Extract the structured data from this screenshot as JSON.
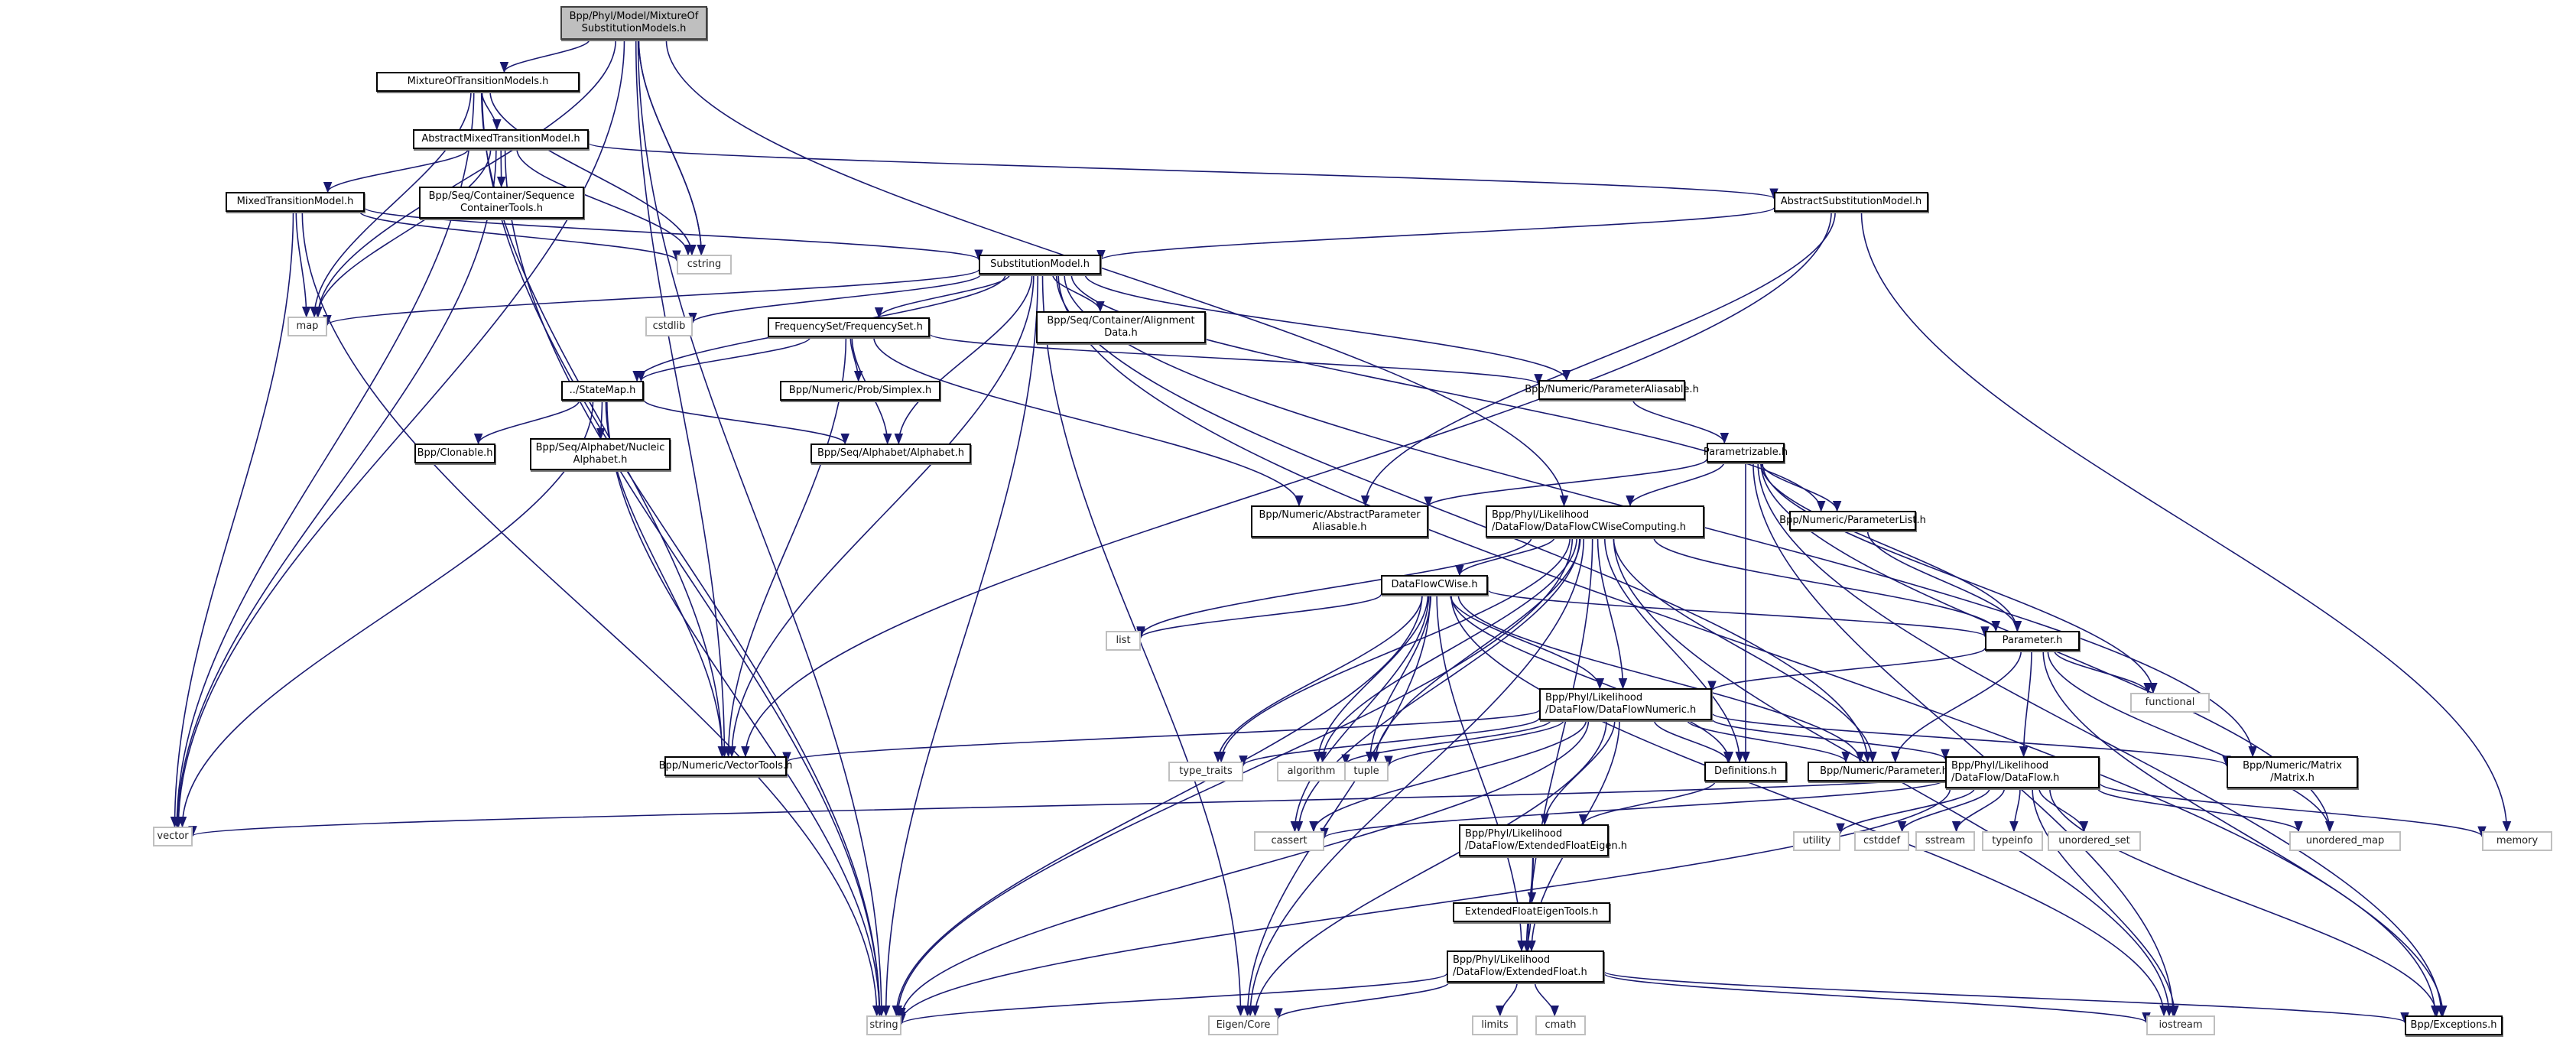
{
  "graph": {
    "title": "Include dependency graph for MixtureOfSubstitutionModels.h",
    "edge_color": "#191970",
    "root_fill": "#bfbfbf",
    "nodes": [
      {
        "id": "root",
        "label": "Bpp/Phyl/Model/MixtureOf\nSubstitutionModels.h",
        "kind": "root"
      },
      {
        "id": "motm",
        "label": "MixtureOfTransitionModels.h",
        "kind": "local"
      },
      {
        "id": "amtm",
        "label": "AbstractMixedTransitionModel.h",
        "kind": "local"
      },
      {
        "id": "mtm",
        "label": "MixedTransitionModel.h",
        "kind": "local"
      },
      {
        "id": "sct",
        "label": "Bpp/Seq/Container/Sequence\nContainerTools.h",
        "kind": "local"
      },
      {
        "id": "asm",
        "label": "AbstractSubstitutionModel.h",
        "kind": "local"
      },
      {
        "id": "cstring",
        "label": "cstring",
        "kind": "sys"
      },
      {
        "id": "sm",
        "label": "SubstitutionModel.h",
        "kind": "local"
      },
      {
        "id": "map",
        "label": "map",
        "kind": "sys"
      },
      {
        "id": "cstdlib",
        "label": "cstdlib",
        "kind": "sys"
      },
      {
        "id": "fs",
        "label": "FrequencySet/FrequencySet.h",
        "kind": "local"
      },
      {
        "id": "ad",
        "label": "Bpp/Seq/Container/Alignment\nData.h",
        "kind": "local"
      },
      {
        "id": "smap",
        "label": "../StateMap.h",
        "kind": "local"
      },
      {
        "id": "simplex",
        "label": "Bpp/Numeric/Prob/Simplex.h",
        "kind": "local"
      },
      {
        "id": "pal",
        "label": "Bpp/Numeric/ParameterAliasable.h",
        "kind": "local"
      },
      {
        "id": "clon",
        "label": "Bpp/Clonable.h",
        "kind": "local"
      },
      {
        "id": "nucl",
        "label": "Bpp/Seq/Alphabet/Nucleic\nAlphabet.h",
        "kind": "local"
      },
      {
        "id": "alpha",
        "label": "Bpp/Seq/Alphabet/Alphabet.h",
        "kind": "local"
      },
      {
        "id": "param",
        "label": "Parametrizable.h",
        "kind": "local"
      },
      {
        "id": "apa",
        "label": "Bpp/Numeric/AbstractParameter\nAliasable.h",
        "kind": "local"
      },
      {
        "id": "dfcc",
        "label": "Bpp/Phyl/Likelihood\n/DataFlow/DataFlowCWiseComputing.h",
        "kind": "local",
        "align": "left"
      },
      {
        "id": "plist",
        "label": "Bpp/Numeric/ParameterList.h",
        "kind": "local"
      },
      {
        "id": "dfcw",
        "label": "DataFlowCWise.h",
        "kind": "local"
      },
      {
        "id": "list",
        "label": "list",
        "kind": "sys"
      },
      {
        "id": "parameter",
        "label": "Parameter.h",
        "kind": "local"
      },
      {
        "id": "functional",
        "label": "functional",
        "kind": "sys"
      },
      {
        "id": "dfn",
        "label": "Bpp/Phyl/Likelihood\n/DataFlow/DataFlowNumeric.h",
        "kind": "local",
        "align": "left"
      },
      {
        "id": "vt",
        "label": "Bpp/Numeric/VectorTools.h",
        "kind": "local"
      },
      {
        "id": "tt",
        "label": "type_traits",
        "kind": "sys"
      },
      {
        "id": "algo",
        "label": "algorithm",
        "kind": "sys"
      },
      {
        "id": "tuple",
        "label": "tuple",
        "kind": "sys"
      },
      {
        "id": "defs",
        "label": "Definitions.h",
        "kind": "local"
      },
      {
        "id": "bnparam",
        "label": "Bpp/Numeric/Parameter.h",
        "kind": "local"
      },
      {
        "id": "df",
        "label": "Bpp/Phyl/Likelihood\n/DataFlow/DataFlow.h",
        "kind": "local",
        "align": "left"
      },
      {
        "id": "matrix",
        "label": "Bpp/Numeric/Matrix\n/Matrix.h",
        "kind": "local"
      },
      {
        "id": "vector",
        "label": "vector",
        "kind": "sys"
      },
      {
        "id": "cassert",
        "label": "cassert",
        "kind": "sys"
      },
      {
        "id": "efe",
        "label": "Bpp/Phyl/Likelihood\n/DataFlow/ExtendedFloatEigen.h",
        "kind": "local",
        "align": "left"
      },
      {
        "id": "utility",
        "label": "utility",
        "kind": "sys"
      },
      {
        "id": "cstddef",
        "label": "cstddef",
        "kind": "sys"
      },
      {
        "id": "sstream",
        "label": "sstream",
        "kind": "sys"
      },
      {
        "id": "typeinfo",
        "label": "typeinfo",
        "kind": "sys"
      },
      {
        "id": "uset",
        "label": "unordered_set",
        "kind": "sys"
      },
      {
        "id": "umap",
        "label": "unordered_map",
        "kind": "sys"
      },
      {
        "id": "memory",
        "label": "memory",
        "kind": "sys"
      },
      {
        "id": "efet",
        "label": "ExtendedFloatEigenTools.h",
        "kind": "local"
      },
      {
        "id": "ef",
        "label": "Bpp/Phyl/Likelihood\n/DataFlow/ExtendedFloat.h",
        "kind": "local",
        "align": "left"
      },
      {
        "id": "string",
        "label": "string",
        "kind": "sys"
      },
      {
        "id": "eigen",
        "label": "Eigen/Core",
        "kind": "sys"
      },
      {
        "id": "limits",
        "label": "limits",
        "kind": "sys"
      },
      {
        "id": "cmath",
        "label": "cmath",
        "kind": "sys"
      },
      {
        "id": "iostream",
        "label": "iostream",
        "kind": "sys"
      },
      {
        "id": "exc",
        "label": "Bpp/Exceptions.h",
        "kind": "local"
      }
    ],
    "edges": [
      [
        "root",
        "motm"
      ],
      [
        "root",
        "cstring"
      ],
      [
        "root",
        "map"
      ],
      [
        "root",
        "vector"
      ],
      [
        "root",
        "vt"
      ],
      [
        "root",
        "string"
      ],
      [
        "root",
        "dfcc"
      ],
      [
        "root",
        "cstring"
      ],
      [
        "motm",
        "amtm"
      ],
      [
        "motm",
        "cstring"
      ],
      [
        "motm",
        "map"
      ],
      [
        "motm",
        "vector"
      ],
      [
        "motm",
        "string"
      ],
      [
        "motm",
        "vt"
      ],
      [
        "amtm",
        "mtm"
      ],
      [
        "amtm",
        "sct"
      ],
      [
        "amtm",
        "asm"
      ],
      [
        "amtm",
        "cstring"
      ],
      [
        "amtm",
        "map"
      ],
      [
        "amtm",
        "vector"
      ],
      [
        "amtm",
        "string"
      ],
      [
        "mtm",
        "sm"
      ],
      [
        "mtm",
        "cstring"
      ],
      [
        "mtm",
        "map"
      ],
      [
        "mtm",
        "vector"
      ],
      [
        "mtm",
        "string"
      ],
      [
        "asm",
        "sm"
      ],
      [
        "asm",
        "vt"
      ],
      [
        "asm",
        "memory"
      ],
      [
        "asm",
        "apa"
      ],
      [
        "sm",
        "fs"
      ],
      [
        "sm",
        "ad"
      ],
      [
        "sm",
        "smap"
      ],
      [
        "sm",
        "alpha"
      ],
      [
        "sm",
        "pal"
      ],
      [
        "sm",
        "map"
      ],
      [
        "sm",
        "cstdlib"
      ],
      [
        "sm",
        "vt"
      ],
      [
        "sm",
        "string"
      ],
      [
        "sm",
        "eigen"
      ],
      [
        "sm",
        "bnparam"
      ],
      [
        "sm",
        "matrix"
      ],
      [
        "sm",
        "plist"
      ],
      [
        "sm",
        "exc"
      ],
      [
        "fs",
        "smap"
      ],
      [
        "fs",
        "simplex"
      ],
      [
        "fs",
        "pal"
      ],
      [
        "fs",
        "alpha"
      ],
      [
        "fs",
        "apa"
      ],
      [
        "fs",
        "vt"
      ],
      [
        "smap",
        "clon"
      ],
      [
        "smap",
        "nucl"
      ],
      [
        "smap",
        "alpha"
      ],
      [
        "smap",
        "vt"
      ],
      [
        "smap",
        "vector"
      ],
      [
        "smap",
        "string"
      ],
      [
        "pal",
        "param"
      ],
      [
        "param",
        "apa"
      ],
      [
        "param",
        "dfcc"
      ],
      [
        "param",
        "plist"
      ],
      [
        "param",
        "parameter"
      ],
      [
        "param",
        "functional"
      ],
      [
        "param",
        "defs"
      ],
      [
        "param",
        "umap"
      ],
      [
        "param",
        "iostream"
      ],
      [
        "param",
        "exc"
      ],
      [
        "plist",
        "parameter"
      ],
      [
        "dfcc",
        "dfcw"
      ],
      [
        "dfcc",
        "dfn"
      ],
      [
        "dfcc",
        "parameter"
      ],
      [
        "dfcc",
        "list"
      ],
      [
        "dfcc",
        "tt"
      ],
      [
        "dfcc",
        "algo"
      ],
      [
        "dfcc",
        "tuple"
      ],
      [
        "dfcc",
        "defs"
      ],
      [
        "dfcc",
        "bnparam"
      ],
      [
        "dfcc",
        "string"
      ],
      [
        "dfcc",
        "eigen"
      ],
      [
        "dfcc",
        "cassert"
      ],
      [
        "dfcc",
        "ef"
      ],
      [
        "dfcc",
        "iostream"
      ],
      [
        "dfcw",
        "dfn"
      ],
      [
        "dfcw",
        "parameter"
      ],
      [
        "dfcw",
        "list"
      ],
      [
        "dfcw",
        "tt"
      ],
      [
        "dfcw",
        "algo"
      ],
      [
        "dfcw",
        "tuple"
      ],
      [
        "dfcw",
        "defs"
      ],
      [
        "dfcw",
        "bnparam"
      ],
      [
        "dfcw",
        "string"
      ],
      [
        "dfcw",
        "eigen"
      ],
      [
        "dfcw",
        "cassert"
      ],
      [
        "dfcw",
        "ef"
      ],
      [
        "dfcw",
        "iostream"
      ],
      [
        "parameter",
        "dfn"
      ],
      [
        "parameter",
        "functional"
      ],
      [
        "parameter",
        "bnparam"
      ],
      [
        "parameter",
        "df"
      ],
      [
        "parameter",
        "umap"
      ],
      [
        "parameter",
        "exc"
      ],
      [
        "dfn",
        "vt"
      ],
      [
        "dfn",
        "tt"
      ],
      [
        "dfn",
        "algo"
      ],
      [
        "dfn",
        "tuple"
      ],
      [
        "dfn",
        "defs"
      ],
      [
        "dfn",
        "bnparam"
      ],
      [
        "dfn",
        "df"
      ],
      [
        "dfn",
        "matrix"
      ],
      [
        "dfn",
        "cassert"
      ],
      [
        "dfn",
        "efe"
      ],
      [
        "dfn",
        "ef"
      ],
      [
        "dfn",
        "string"
      ],
      [
        "dfn",
        "eigen"
      ],
      [
        "defs",
        "efe"
      ],
      [
        "df",
        "vector"
      ],
      [
        "df",
        "cassert"
      ],
      [
        "df",
        "utility"
      ],
      [
        "df",
        "cstddef"
      ],
      [
        "df",
        "sstream"
      ],
      [
        "df",
        "typeinfo"
      ],
      [
        "df",
        "uset"
      ],
      [
        "df",
        "umap"
      ],
      [
        "df",
        "memory"
      ],
      [
        "df",
        "string"
      ],
      [
        "df",
        "iostream"
      ],
      [
        "df",
        "exc"
      ],
      [
        "efe",
        "efet"
      ],
      [
        "efe",
        "ef"
      ],
      [
        "efet",
        "ef"
      ],
      [
        "ef",
        "string"
      ],
      [
        "ef",
        "eigen"
      ],
      [
        "ef",
        "limits"
      ],
      [
        "ef",
        "cmath"
      ],
      [
        "ef",
        "iostream"
      ],
      [
        "ef",
        "exc"
      ]
    ]
  }
}
